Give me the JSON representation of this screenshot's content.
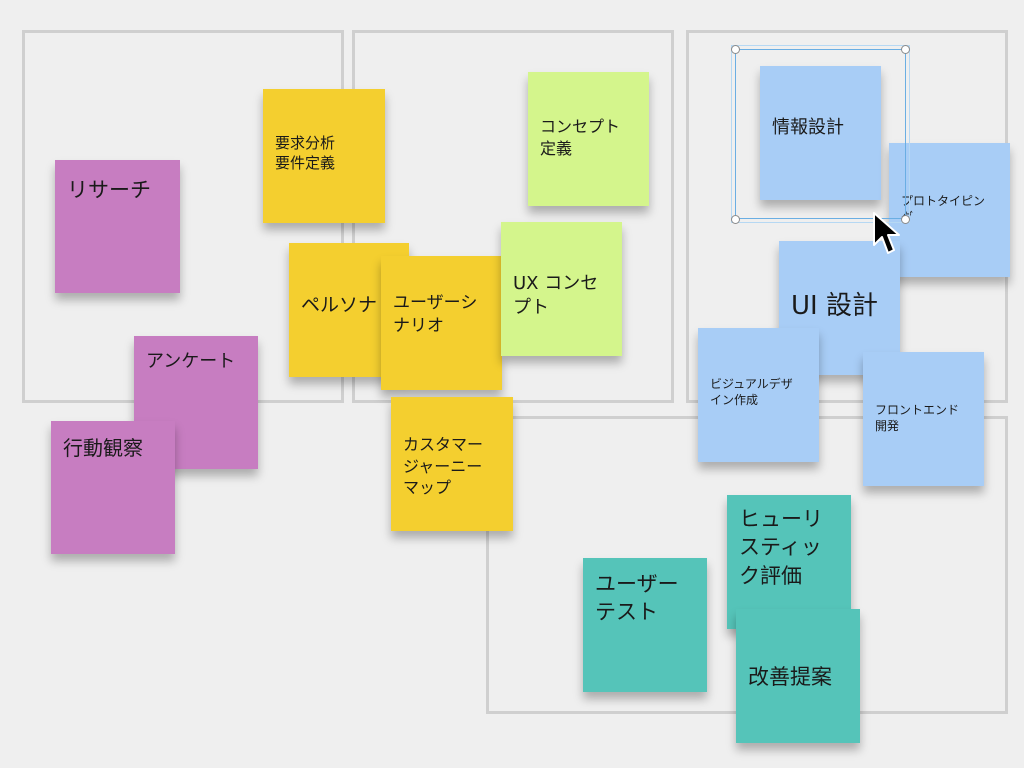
{
  "notes": {
    "research": "リサーチ",
    "survey": "アンケート",
    "observation": "行動観察",
    "requirements": "要求分析\n要件定義",
    "persona": "ペルソナ",
    "user_scenario": "ユーザーシ\nナリオ",
    "journey_map": "カスタマー\nジャーニー\nマップ",
    "concept_definition": "コンセプト\n定義",
    "ux_concept": "UX コンセ\nプト",
    "info_architecture": "情報設計",
    "prototyping": "プロトタイピン\nグ",
    "ui_design": "UI 設計",
    "visual_design": "ビジュアルデザ\nイン作成",
    "frontend": "フロントエンド\n開発",
    "heuristic": "ヒューリ\nスティッ\nク評価",
    "user_test": "ユーザー\nテスト",
    "improvement": "改善提案"
  },
  "colors": {
    "background": "#efefef",
    "frame_border": "#cfcfcf",
    "purple": "#c77dc1",
    "yellow": "#f4cf2f",
    "lime": "#d4f58c",
    "blue": "#a8cdf6",
    "teal": "#55c4b9",
    "selection": "#6aaee3"
  },
  "icons": {
    "cursor": "arrow-cursor-icon"
  }
}
